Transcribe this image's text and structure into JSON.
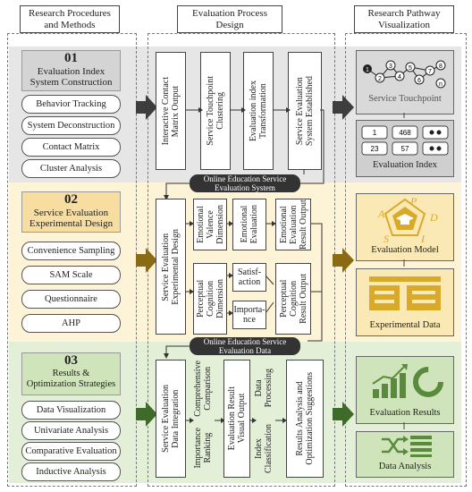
{
  "headers": {
    "col1": "Research Procedures\nand Methods",
    "col2": "Evaluation Process\nDesign",
    "col3": "Research Pathway\nVisualization"
  },
  "stages": [
    {
      "num": "01",
      "title": "Evaluation Index\nSystem Construction",
      "methods": [
        "Behavior Tracking",
        "System Deconstruction",
        "Contact Matrix",
        "Cluster Analysis"
      ]
    },
    {
      "num": "02",
      "title": "Service Evaluation\nExperimental Design",
      "methods": [
        "Convenience Sampling",
        "SAM Scale",
        "Questionnaire",
        "AHP"
      ]
    },
    {
      "num": "03",
      "title": "Results &\nOptimization Strategies",
      "methods": [
        "Data Visualization",
        "Univariate Analysis",
        "Comparative Evaluation",
        "Inductive Analysis"
      ]
    }
  ],
  "process": {
    "s1": [
      "Interactive Contact\nMatrix Output",
      "Service Touchpoint\nClustering",
      "Evaluation index\nTransformation",
      "Service Evaluation\nSystem Established"
    ],
    "system_label": "Online Education Service\nEvaluation System",
    "s2_design": "Service Evaluation\nExperimental Design",
    "s2_emotional_dim": "Emotional\nValence\nDimension",
    "s2_emotional_eval": "Emotional\nEvaluation",
    "s2_emotional_out": "Emotional Evaluation\nResult Output",
    "s2_perceptual_dim": "Perceptual\nCognition\nDimension",
    "s2_satisfaction": "Satisf-\naction",
    "s2_importance": "Importa-\nnce",
    "s2_perceptual_out": "Perceptual\nCognition\nResult Output",
    "data_label": "Online Education Service\nEvaluation Data",
    "s3_integration": "Service Evaluation\nData Integration",
    "s3_ranking": "Importance\nRanking",
    "s3_comparison": "Comprehensive\nComparison",
    "s3_visual": "Evaluation Result\nVisual Output",
    "s3_processing": "Data\nProcessing",
    "s3_classification": "Index\nClassification",
    "s3_suggestions": "Results Analysis and\nOptimization Suggestions"
  },
  "visual": {
    "touchpoint_label": "Service Touchpoint",
    "index_label": "Evaluation Index",
    "model_label": "Evaluation Model",
    "experimental_label": "Experimental Data",
    "results_label": "Evaluation Results",
    "analysis_label": "Data Analysis",
    "node_numbers": [
      "1",
      "2",
      "3",
      "4",
      "5",
      "6",
      "7",
      "8",
      "n"
    ],
    "index_cells": [
      "1",
      "468",
      "",
      "23",
      "57",
      ""
    ],
    "model_letters": [
      "A",
      "P",
      "D",
      "S",
      "I"
    ]
  },
  "colors": {
    "band1": "#e6e6e6",
    "band2": "#fdf3d6",
    "band3": "#e4efd8",
    "stage1": "#d4d4d4",
    "stage2": "#f7dea0",
    "stage3": "#cfe4bb",
    "arrow1": "#3d3d3d",
    "arrow2": "#8a6a12",
    "arrow3": "#3e6b2a",
    "gold": "#d9a92a",
    "green": "#5a8a3c"
  }
}
